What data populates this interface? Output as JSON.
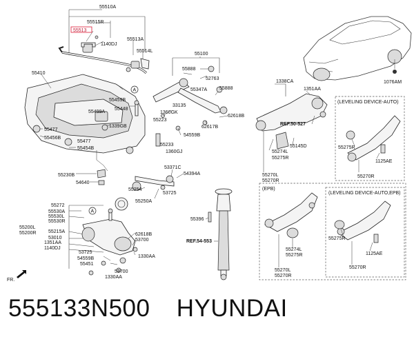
{
  "caption": {
    "part_number": "555133N500",
    "brand": "HYUNDAI"
  },
  "callouts": {
    "c55510A": "55510A",
    "c55515R": "55515R",
    "c55513": "55513",
    "c1140DJ": "1140DJ",
    "c55513A": "55513A",
    "c55514L": "55514L",
    "c55410": "55410",
    "c55459B": "55459B",
    "c55448": "55448",
    "c55499A": "55499A",
    "c1339GB": "1339GB",
    "c55477a": "55477",
    "c55456B": "55456B",
    "c55477b": "55477",
    "c55454B": "55454B",
    "c55230B": "55230B",
    "c54640": "54640",
    "c55100": "55100",
    "c55888a": "55888",
    "c52763": "52763",
    "c55347A": "55347A",
    "c55888b": "55888",
    "c33135": "33135",
    "c1360GK": "1360GK",
    "c55223": "55223",
    "c62618B": "62618B",
    "c62617B": "62617B",
    "c54559B": "54559B",
    "c55233": "55233",
    "c1360GJ": "1360GJ",
    "c53371C": "53371C",
    "c54394A": "54394A",
    "c55254": "55254",
    "c53725": "53725",
    "c55250A": "55250A",
    "c1338CA": "1338CA",
    "c1351AA": "1351AA",
    "cREF50": "REF.50-527",
    "c55145D": "55145D",
    "c55274L": "55274L",
    "c55275R": "55275R",
    "c55270L": "55270L",
    "c55270R": "55270R",
    "c1076AM": "1076AM",
    "cLevelAuto": "(LEVELING DEVICE-AUTO)",
    "c55275R_b1": "55275R",
    "c1125AE_b1": "1125AE",
    "c55270R_b1": "55270R",
    "cEPB": "(EPB)",
    "c55274L_b2": "55274L",
    "c55275R_b2": "55275R",
    "c55270L_b2": "55270L",
    "c55270R_b2": "55270R",
    "cLevelAutoEPB": "(LEVELING DEVICE-AUTO,EPB)",
    "c55275R_b3": "55275R",
    "c1125AE_b3": "1125AE",
    "c55270R_b3": "55270R",
    "c55272": "55272",
    "c55530A": "55530A",
    "c55530L": "55530L",
    "c55530R": "55530R",
    "c55200L": "55200L",
    "c55200R": "55200R",
    "c55215A": "55215A",
    "c53010": "53010",
    "c1351AA_b": "1351AA",
    "c1140DJ_b": "1140DJ",
    "c53725_b": "53725",
    "c54559B_b": "54559B",
    "c55451": "55451",
    "c1330AA": "1330AA",
    "c62618B_b": "62618B",
    "c53700": "53700",
    "c1330AA_b": "1330AA",
    "c53700_b": "53700",
    "c55396": "55396",
    "cREF54": "REF.54-553",
    "cFR": "FR.",
    "cA1": "A",
    "cA2": "A"
  },
  "icons": {
    "fr_arrow": "arrow-icon",
    "highlight_color": "#e0304a"
  }
}
